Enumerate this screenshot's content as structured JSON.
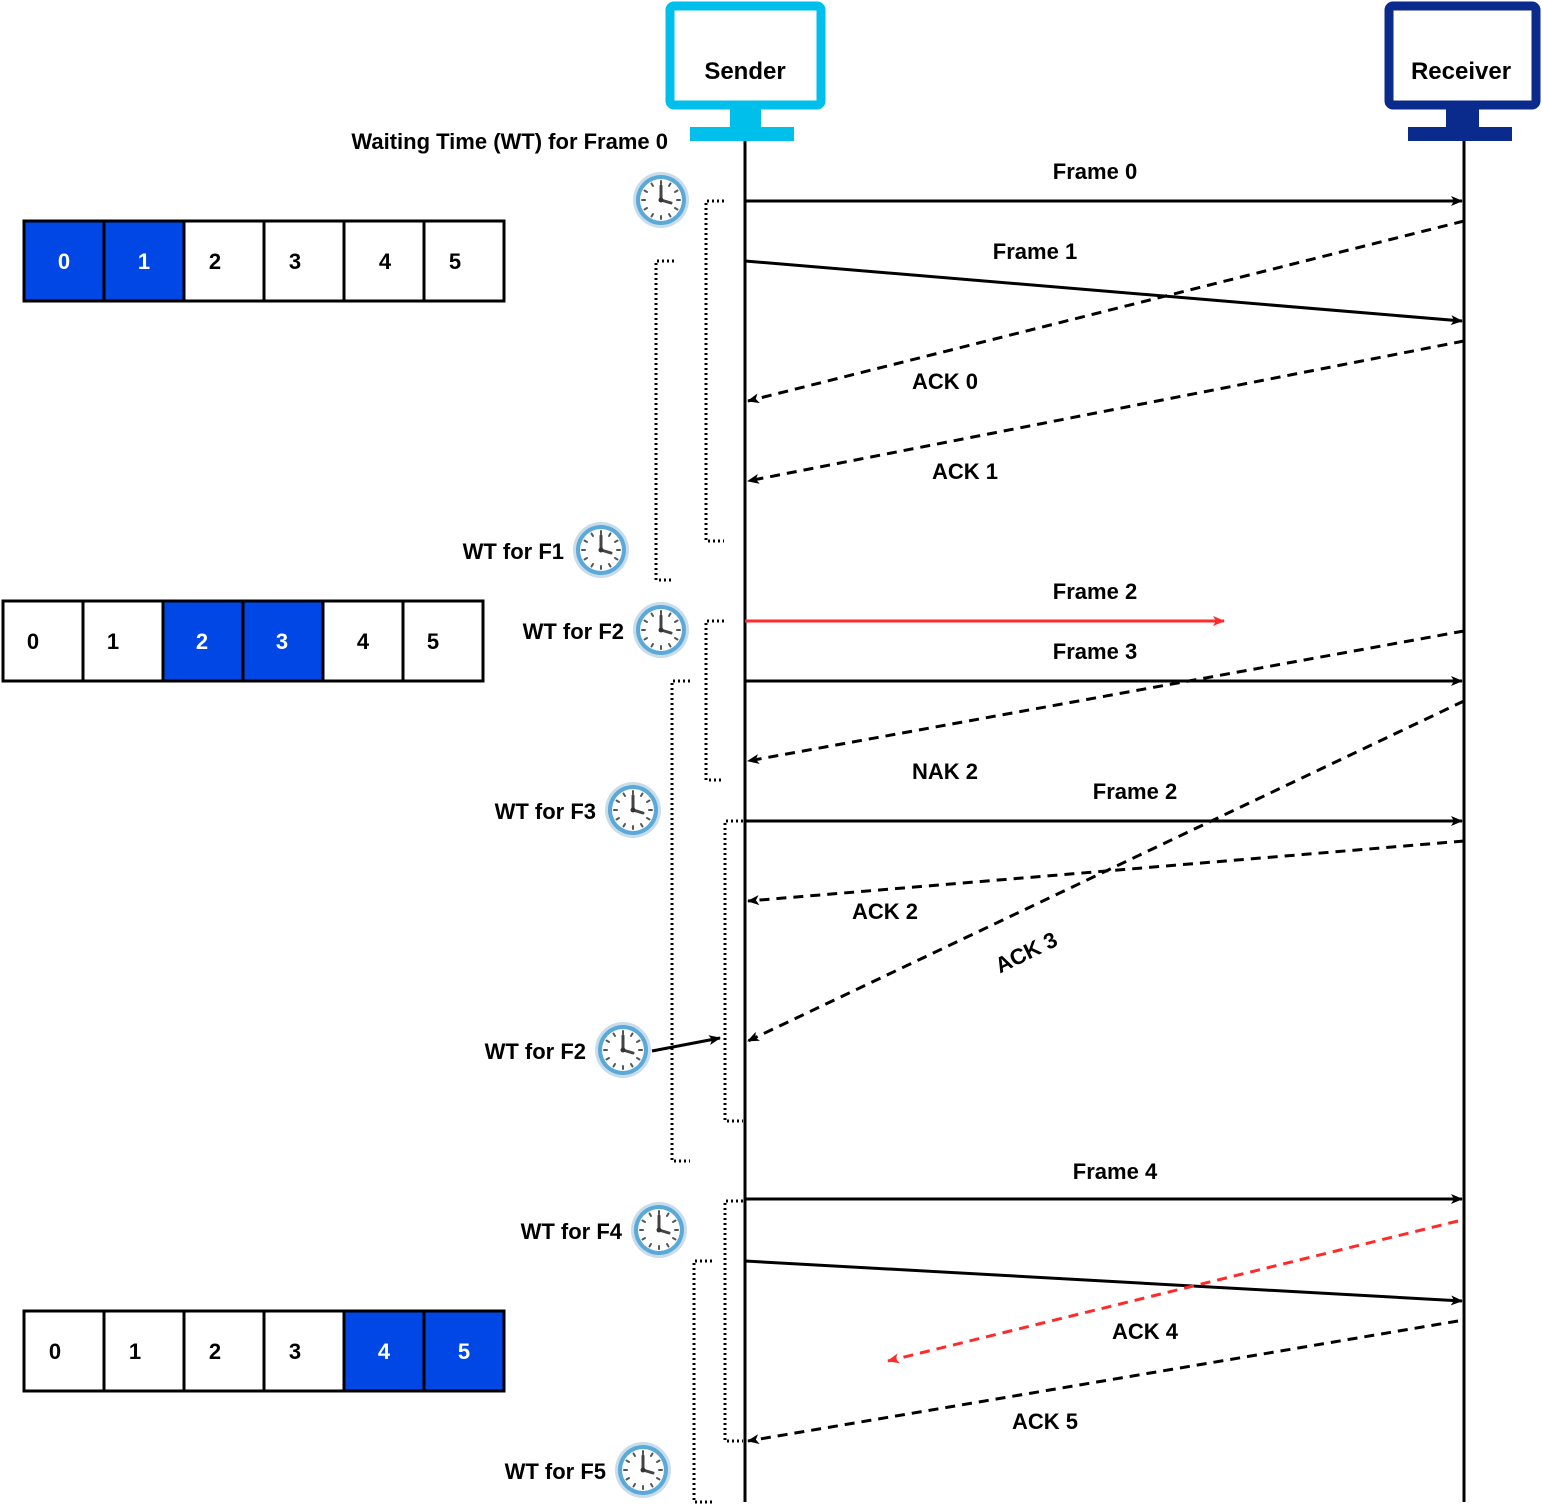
{
  "colors": {
    "sender": "#00bfea",
    "receiver": "#0a2a8c",
    "highlight": "#0047e6",
    "lost": "#ff2a2a",
    "line": "#000000"
  },
  "sender_label": "Sender",
  "receiver_label": "Receiver",
  "wt_header": "Waiting Time (WT) for Frame 0",
  "windows": [
    {
      "cells": [
        "0",
        "1",
        "2",
        "3",
        "4",
        "5"
      ],
      "highlighted": [
        0,
        1
      ]
    },
    {
      "cells": [
        "0",
        "1",
        "2",
        "3",
        "4",
        "5"
      ],
      "highlighted": [
        2,
        3
      ]
    },
    {
      "cells": [
        "0",
        "1",
        "2",
        "3",
        "4",
        "5"
      ],
      "highlighted": [
        4,
        5
      ]
    }
  ],
  "timers": [
    {
      "label": ""
    },
    {
      "label": "WT for F1"
    },
    {
      "label": "WT for F2"
    },
    {
      "label": "WT for F3"
    },
    {
      "label": "WT for F2"
    },
    {
      "label": "WT for F4"
    },
    {
      "label": "WT for F5"
    }
  ],
  "messages": [
    {
      "label": "Frame 0",
      "kind": "frame",
      "status": "delivered"
    },
    {
      "label": "Frame 1",
      "kind": "frame",
      "status": "delivered"
    },
    {
      "label": "ACK 0",
      "kind": "ack",
      "status": "delivered"
    },
    {
      "label": "ACK 1",
      "kind": "ack",
      "status": "delivered"
    },
    {
      "label": "Frame 2",
      "kind": "frame",
      "status": "lost"
    },
    {
      "label": "Frame 3",
      "kind": "frame",
      "status": "delivered"
    },
    {
      "label": "NAK 2",
      "kind": "nak",
      "status": "delivered"
    },
    {
      "label": "Frame 2",
      "kind": "frame",
      "status": "delivered"
    },
    {
      "label": "ACK 2",
      "kind": "ack",
      "status": "delivered"
    },
    {
      "label": "ACK 3",
      "kind": "ack",
      "status": "delivered"
    },
    {
      "label": "Frame 4",
      "kind": "frame",
      "status": "delivered"
    },
    {
      "label": "ACK 4",
      "kind": "ack",
      "status": "lost"
    },
    {
      "label": "ACK 5",
      "kind": "ack",
      "status": "delivered"
    }
  ]
}
